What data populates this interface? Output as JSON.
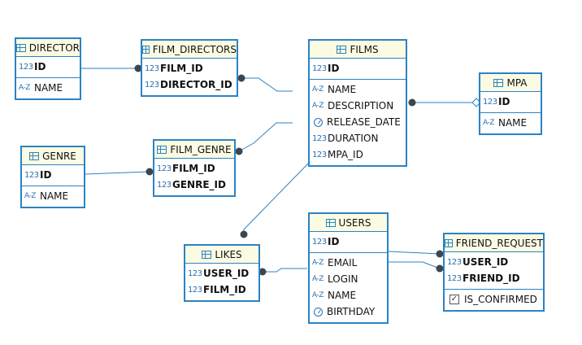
{
  "type_labels": {
    "int": "123",
    "str": "A-Z",
    "bool_mark": "✓"
  },
  "colors": {
    "border": "#2b83c4",
    "header": "#fbfbe3",
    "edge": "#2b83c4",
    "dot": "#3a4650"
  },
  "tables": [
    {
      "id": "director",
      "title": "DIRECTOR",
      "sections": [
        [
          {
            "name": "ID",
            "kind": "int",
            "key": true
          }
        ],
        [
          {
            "name": "NAME",
            "kind": "str",
            "key": false
          }
        ]
      ]
    },
    {
      "id": "film_directors",
      "title": "FILM_DIRECTORS",
      "sections": [
        [
          {
            "name": "FILM_ID",
            "kind": "int",
            "key": true
          },
          {
            "name": "DIRECTOR_ID",
            "kind": "int",
            "key": true
          }
        ]
      ]
    },
    {
      "id": "films",
      "title": "FILMS",
      "sections": [
        [
          {
            "name": "ID",
            "kind": "int",
            "key": true
          }
        ],
        [
          {
            "name": "NAME",
            "kind": "str",
            "key": false
          },
          {
            "name": "DESCRIPTION",
            "kind": "str",
            "key": false
          },
          {
            "name": "RELEASE_DATE",
            "kind": "date",
            "key": false
          },
          {
            "name": "DURATION",
            "kind": "int",
            "key": false
          },
          {
            "name": "MPA_ID",
            "kind": "int",
            "key": false
          }
        ]
      ]
    },
    {
      "id": "mpa",
      "title": "MPA",
      "sections": [
        [
          {
            "name": "ID",
            "kind": "int",
            "key": true
          }
        ],
        [
          {
            "name": "NAME",
            "kind": "str",
            "key": false
          }
        ]
      ]
    },
    {
      "id": "genre",
      "title": "GENRE",
      "sections": [
        [
          {
            "name": "ID",
            "kind": "int",
            "key": true
          }
        ],
        [
          {
            "name": "NAME",
            "kind": "str",
            "key": false
          }
        ]
      ]
    },
    {
      "id": "film_genre",
      "title": "FILM_GENRE",
      "sections": [
        [
          {
            "name": "FILM_ID",
            "kind": "int",
            "key": true
          },
          {
            "name": "GENRE_ID",
            "kind": "int",
            "key": true
          }
        ]
      ]
    },
    {
      "id": "users",
      "title": "USERS",
      "sections": [
        [
          {
            "name": "ID",
            "kind": "int",
            "key": true
          }
        ],
        [
          {
            "name": "EMAIL",
            "kind": "str",
            "key": false
          },
          {
            "name": "LOGIN",
            "kind": "str",
            "key": false
          },
          {
            "name": "NAME",
            "kind": "str",
            "key": false
          },
          {
            "name": "BIRTHDAY",
            "kind": "date",
            "key": false
          }
        ]
      ]
    },
    {
      "id": "likes",
      "title": "LIKES",
      "sections": [
        [
          {
            "name": "USER_ID",
            "kind": "int",
            "key": true
          },
          {
            "name": "FILM_ID",
            "kind": "int",
            "key": true
          }
        ]
      ]
    },
    {
      "id": "friend_request",
      "title": "FRIEND_REQUEST",
      "sections": [
        [
          {
            "name": "USER_ID",
            "kind": "int",
            "key": true
          },
          {
            "name": "FRIEND_ID",
            "kind": "int",
            "key": true
          }
        ],
        [
          {
            "name": "IS_CONFIRMED",
            "kind": "bool",
            "key": false
          }
        ]
      ]
    }
  ],
  "relations": [
    {
      "from": "director",
      "to": "film_directors.DIRECTOR_ID"
    },
    {
      "from": "films",
      "to": "film_directors.FILM_ID"
    },
    {
      "from": "mpa",
      "to": "films.MPA_ID",
      "optional": true
    },
    {
      "from": "genre",
      "to": "film_genre.GENRE_ID"
    },
    {
      "from": "films",
      "to": "film_genre.FILM_ID"
    },
    {
      "from": "films",
      "to": "likes.FILM_ID"
    },
    {
      "from": "users",
      "to": "likes.USER_ID"
    },
    {
      "from": "users",
      "to": "friend_request.USER_ID"
    },
    {
      "from": "users",
      "to": "friend_request.FRIEND_ID"
    }
  ]
}
